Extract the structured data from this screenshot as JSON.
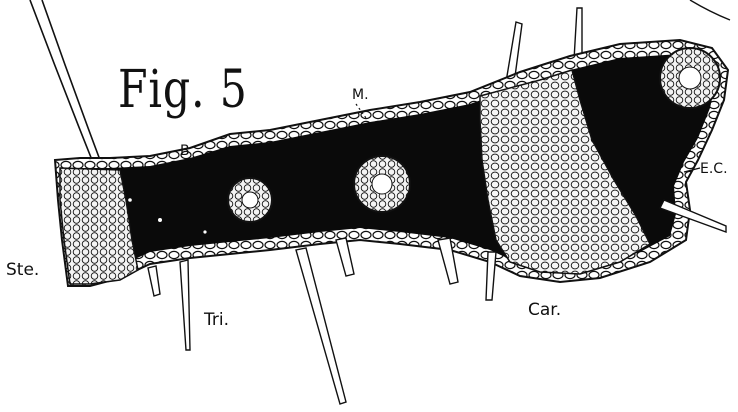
{
  "figure": {
    "title": "Fig. 5",
    "labels": {
      "m": "M.",
      "b": "B",
      "ec": "E.C.",
      "ste": "Ste.",
      "tri": "Tri.",
      "car": "Car."
    }
  },
  "colors": {
    "ink": "#0a0a0a",
    "paper": "#ffffff",
    "cell_fill": "#f4f4f4"
  }
}
